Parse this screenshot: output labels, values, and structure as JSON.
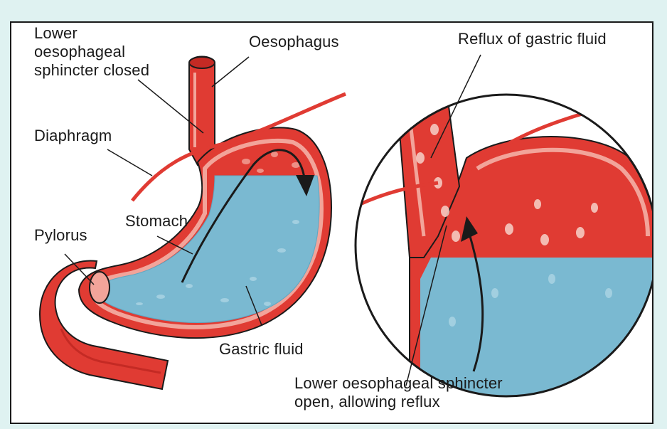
{
  "labels": {
    "lower_sphincter_closed": "Lower\noesophageal\nsphincter closed",
    "oesophagus": "Oesophagus",
    "reflux": "Reflux of gastric fluid",
    "diaphragm": "Diaphragm",
    "stomach": "Stomach",
    "pylorus": "Pylorus",
    "gastric_fluid": "Gastric fluid",
    "lower_sphincter_open": "Lower oesophageal sphincter\nopen, allowing reflux"
  },
  "colors": {
    "wall_red": "#e03b33",
    "wall_dark": "#c42a24",
    "lining_pink": "#f2a49a",
    "fluid_blue": "#7ab9d1",
    "fluid_dark": "#5ea6c2",
    "outline": "#1a1a1a"
  }
}
